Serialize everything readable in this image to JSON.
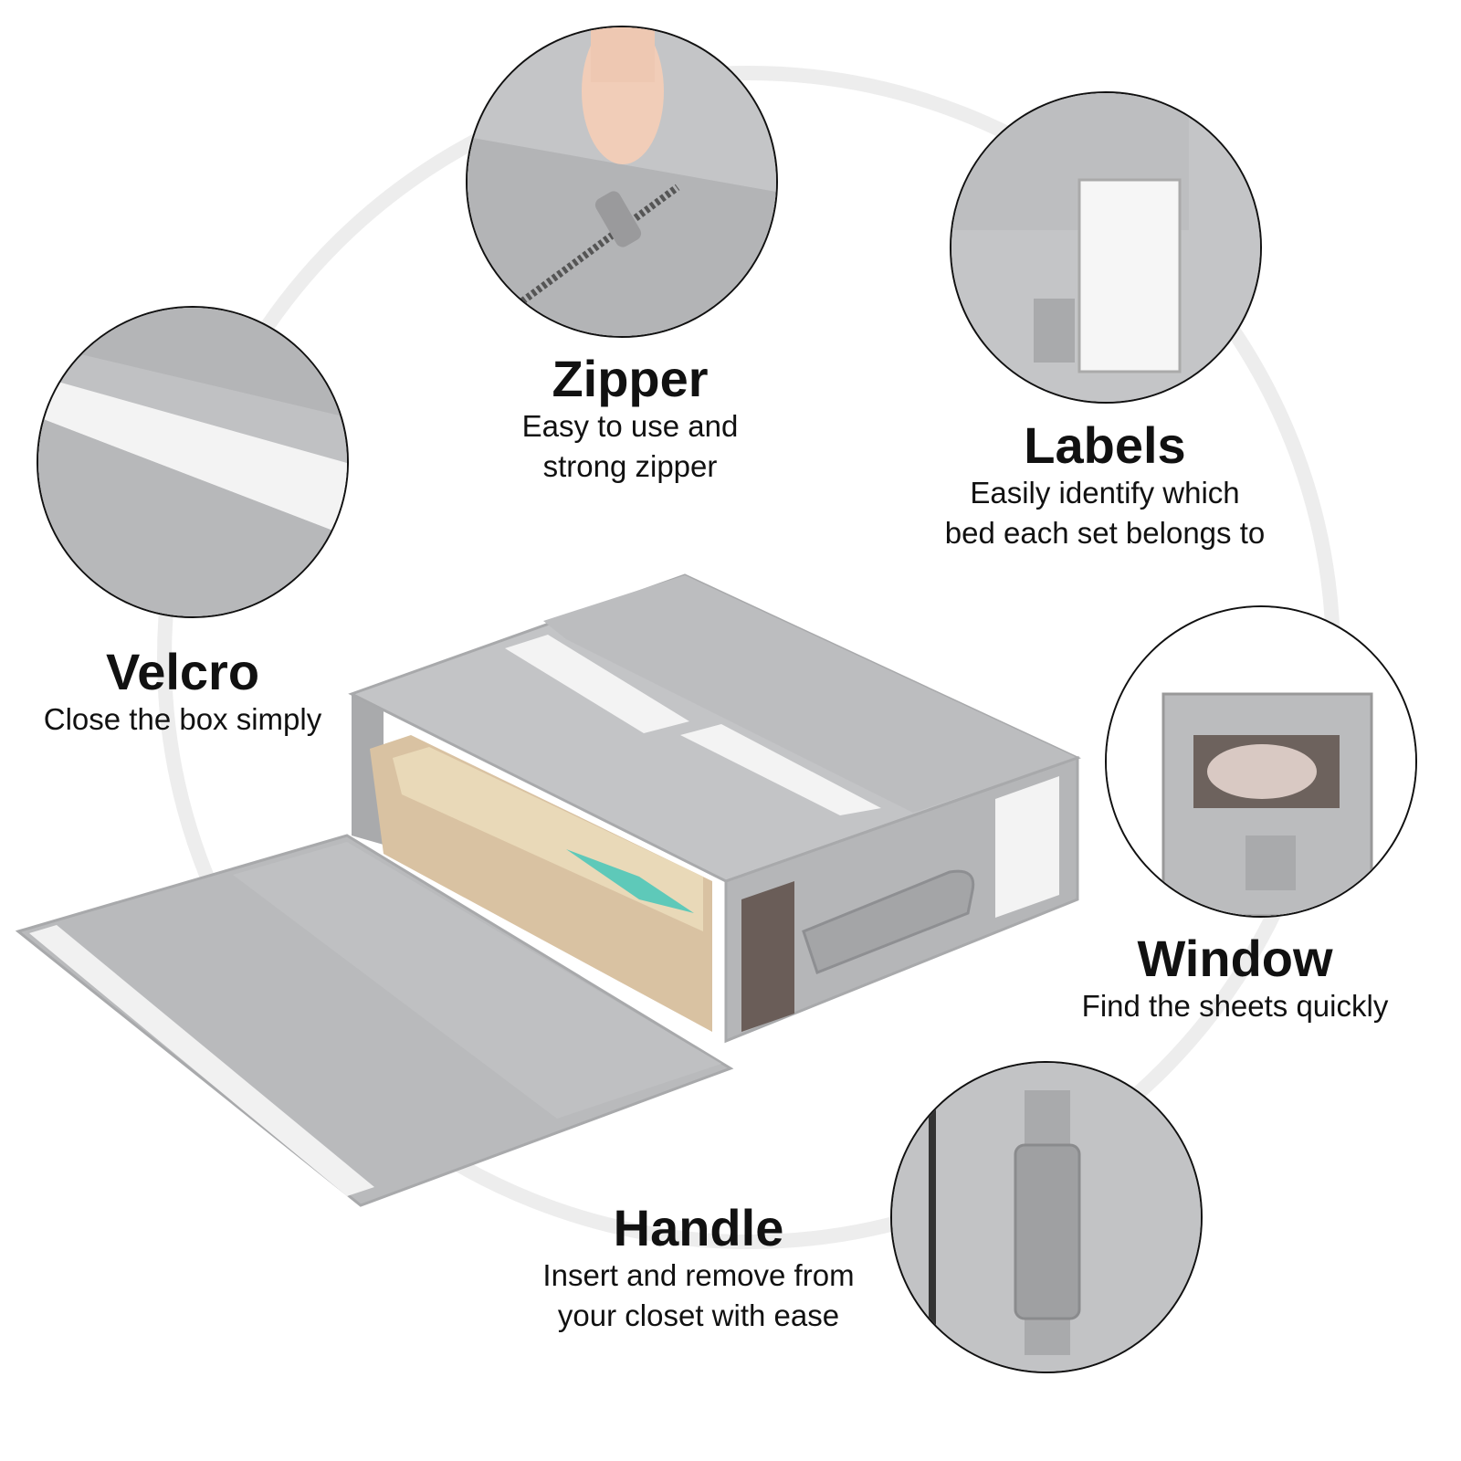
{
  "features": {
    "zipper": {
      "title": "Zipper",
      "lines": [
        "Easy to use and",
        "strong zipper"
      ]
    },
    "labels": {
      "title": "Labels",
      "lines": [
        "Easily identify which",
        "bed each set belongs to"
      ]
    },
    "velcro": {
      "title": "Velcro",
      "lines": [
        "Close the box simply"
      ]
    },
    "window": {
      "title": "Window",
      "lines": [
        "Find the sheets quickly"
      ]
    },
    "handle": {
      "title": "Handle",
      "lines": [
        "Insert and remove from",
        "your closet with ease"
      ]
    }
  },
  "colors": {
    "fabric": "#b9babc",
    "fabric_dark": "#9d9ea1",
    "label_white": "#f4f4f4",
    "ring": "#ededed",
    "text": "#111111"
  },
  "icons": [
    "zipper-closeup",
    "label-closeup",
    "velcro-closeup",
    "window-closeup",
    "handle-closeup"
  ]
}
